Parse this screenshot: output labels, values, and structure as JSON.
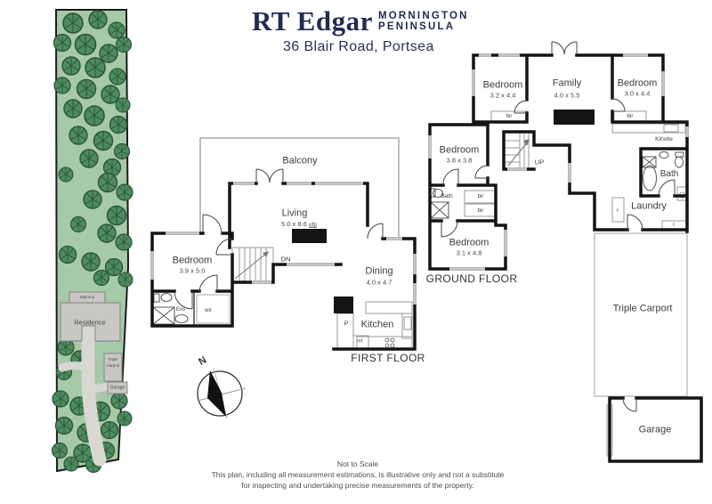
{
  "header": {
    "brand": "RT Edgar",
    "region_line1": "MORNINGTON",
    "region_line2": "PENINSULA",
    "address": "36 Blair Road, Portsea"
  },
  "site": {
    "balcony": "Balcony",
    "residence": "Residence",
    "carport_l1": "Triple",
    "carport_l2": "Carport",
    "garage": "Garage"
  },
  "ff": {
    "title": "FIRST FLOOR",
    "balcony": "Balcony",
    "living": "Living",
    "living_dims": "5.0 x 8.6",
    "living_tag": "ofp",
    "bedroom": "Bedroom",
    "bedroom_dims": "3.9 x 5.0",
    "dining": "Dining",
    "dining_dims": "4.0 x 4.7",
    "kitchen": "Kitchen",
    "dn": "DN",
    "ens": "Ens",
    "wir": "wir",
    "p": "P",
    "ref": "ref"
  },
  "gf": {
    "title": "GROUND FLOOR",
    "bedroom_tl": "Bedroom",
    "bedroom_tl_dims": "3.2 x 4.4",
    "family": "Family",
    "family_dims": "4.0 x 5.5",
    "bedroom_tr": "Bedroom",
    "bedroom_tr_dims": "3.0 x 4.4",
    "bedroom_ml": "Bedroom",
    "bedroom_ml_dims": "3.8 x 3.8",
    "bedroom_bl": "Bedroom",
    "bedroom_bl_dims": "3.1 x 4.8",
    "kitchenette": "Kit'ette",
    "bath": "Bath",
    "laundry": "Laundry",
    "carport": "Triple Carport",
    "garage": "Garage",
    "up": "UP",
    "bir": "bir",
    "c": "c"
  },
  "compass": {
    "n": "N"
  },
  "footer": {
    "line1": "Not to Scale",
    "line2": "This plan, including all measurement estimations, is illustrative only and not a substitute",
    "line3": "for inspecting and undertaking precise measurements of the property."
  },
  "colors": {
    "brand_navy": "#232c50",
    "wall_black": "#141414",
    "window_gray": "#c5c5c5",
    "thin_gray": "#999999",
    "site_green": "#a6c9a7",
    "tree_green": "#4e8b5f",
    "tree_edge": "#2a5639",
    "residence_gray": "#c8c7c3",
    "driveway_gray": "#d8d7d2",
    "label_gray": "#3c3c3c"
  }
}
